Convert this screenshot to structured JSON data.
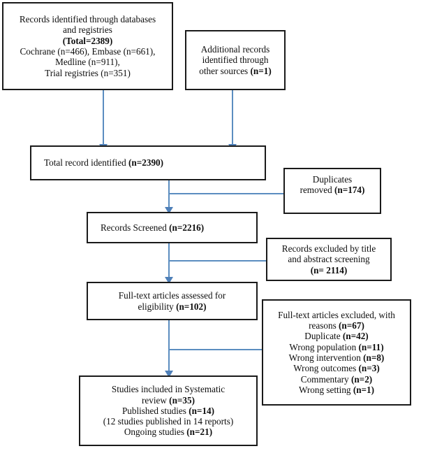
{
  "diagram": {
    "type": "prisma-flow-diagram",
    "title": "PRISMA study selection flow diagram",
    "arrow_color": "#4f80b8",
    "line_color": "#5b8dc0",
    "box_border_color": "#1a1a1a",
    "background_color": "#ffffff"
  },
  "boxes": {
    "databases_registries": {
      "name": "records-identified-databases-registries",
      "lines": [
        {
          "text": "Records identified through databases",
          "bold": false
        },
        {
          "text": "and registries",
          "bold": false
        },
        {
          "text": "(Total=2389)",
          "bold": true
        },
        {
          "text": "Cochrane (n=466), Embase (n=661),",
          "bold": false
        },
        {
          "text": "Medline (n=911),",
          "bold": false
        },
        {
          "text": "Trial registries (n=351)",
          "bold": false
        }
      ]
    },
    "additional_records": {
      "name": "additional-records-other-sources",
      "lines": [
        {
          "text": "Additional records",
          "bold": false
        },
        {
          "text": "identified through",
          "bold": false
        },
        {
          "text": "other sources ",
          "bold": false,
          "tail": "(n=1)",
          "tail_bold": true
        }
      ]
    },
    "total_records": {
      "name": "total-record-identified",
      "lines": [
        {
          "text": "Total record identified  ",
          "bold": false,
          "tail": "(n=2390)",
          "tail_bold": true
        }
      ]
    },
    "duplicates_removed": {
      "name": "duplicates-removed",
      "lines": [
        {
          "text": "Duplicates",
          "bold": false
        },
        {
          "text": "removed ",
          "bold": false,
          "tail": "(n=174)",
          "tail_bold": true
        }
      ]
    },
    "records_screened": {
      "name": "records-screened",
      "lines": [
        {
          "text": "Records Screened ",
          "bold": false,
          "tail": "(n=2216)",
          "tail_bold": true
        }
      ]
    },
    "records_excluded": {
      "name": "records-excluded-title-abstract",
      "lines": [
        {
          "text": "Records excluded by title",
          "bold": false
        },
        {
          "text": "and abstract screening",
          "bold": false
        },
        {
          "text": "(n= 2114)",
          "bold": true
        }
      ]
    },
    "fulltext_assessed": {
      "name": "fulltext-articles-assessed",
      "lines": [
        {
          "text": "Full-text articles assessed for",
          "bold": false
        },
        {
          "text": "eligibility ",
          "bold": false,
          "tail": "(n=102)",
          "tail_bold": true
        }
      ]
    },
    "fulltext_excluded": {
      "name": "fulltext-articles-excluded-with-reasons",
      "lines": [
        {
          "text": "Full-text articles excluded, with",
          "bold": false
        },
        {
          "text": "reasons ",
          "bold": false,
          "tail": "(n=67)",
          "tail_bold": true
        },
        {
          "text": "Duplicate ",
          "bold": false,
          "tail": "(n=42)",
          "tail_bold": true
        },
        {
          "text": "Wrong population ",
          "bold": false,
          "tail": "(n=11)",
          "tail_bold": true
        },
        {
          "text": "Wrong intervention ",
          "bold": false,
          "tail": "(n=8)",
          "tail_bold": true
        },
        {
          "text": "Wrong outcomes ",
          "bold": false,
          "tail": "(n=3)",
          "tail_bold": true
        },
        {
          "text": "Commentary ",
          "bold": false,
          "tail": "(n=2)",
          "tail_bold": true
        },
        {
          "text": "Wrong setting ",
          "bold": false,
          "tail": "(n=1)",
          "tail_bold": true
        }
      ]
    },
    "studies_included": {
      "name": "studies-included-systematic-review",
      "lines": [
        {
          "text": "Studies included in Systematic",
          "bold": false
        },
        {
          "text": "review ",
          "bold": false,
          "tail": "(n=35)",
          "tail_bold": true
        },
        {
          "text": "Published studies ",
          "bold": false,
          "tail": "(n=14)",
          "tail_bold": true
        },
        {
          "text": "(12 studies published in 14 reports)",
          "bold": false
        },
        {
          "text": "Ongoing studies ",
          "bold": false,
          "tail": "(n=21)",
          "tail_bold": true
        }
      ]
    }
  }
}
